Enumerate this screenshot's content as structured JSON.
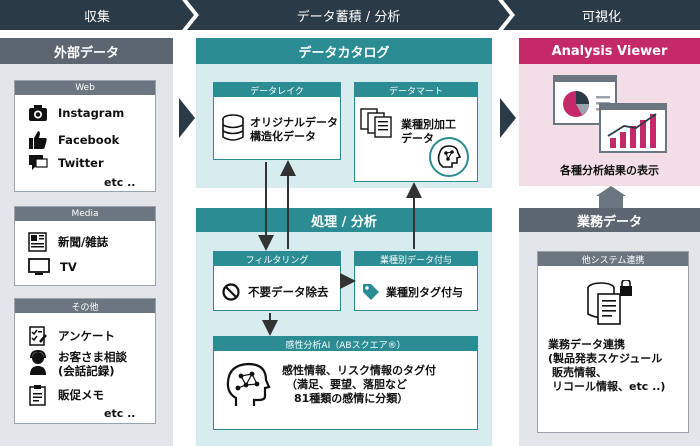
{
  "stages": [
    "収集",
    "データ蓄積 / 分析",
    "可視化"
  ],
  "external": {
    "title": "外部データ",
    "web": {
      "label": "Web",
      "items": [
        "Instagram",
        "Facebook",
        "Twitter"
      ],
      "etc": "etc .."
    },
    "media": {
      "label": "Media",
      "items": [
        "新聞/雑誌",
        "TV"
      ]
    },
    "other": {
      "label": "その他",
      "items": [
        "アンケート",
        "お客さま相談",
        "(会話記録)",
        "販促メモ"
      ],
      "etc": "etc .."
    }
  },
  "catalog": {
    "title": "データカタログ",
    "lake": {
      "label": "データレイク",
      "line1": "オリジナルデータ",
      "line2": "構造化データ"
    },
    "mart": {
      "label": "データマート",
      "line1": "業種別加工",
      "line2": "データ"
    }
  },
  "processing": {
    "title": "処理 / 分析",
    "filter": {
      "label": "フィルタリング",
      "text": "不要データ除去"
    },
    "tagging": {
      "label": "業種別データ付与",
      "text": "業種別タグ付与"
    },
    "ai": {
      "label": "感性分析AI（ABスクエア®）",
      "lines": [
        "感性情報、リスク情報のタグ付",
        "（満足、要望、落胆など",
        "81種類の感情に分類）"
      ]
    }
  },
  "viewer": {
    "title": "Analysis Viewer",
    "caption": "各種分析結果の表示"
  },
  "business": {
    "title": "業務データ",
    "panel_label": "他システム連携",
    "lines": [
      "業務データ連携",
      "(製品発表スケジュール",
      "販売情報、",
      "リコール情報、etc ..)"
    ]
  },
  "colors": {
    "dark": "#2b3a47",
    "teal": "#2c8c93",
    "pink": "#c42a69",
    "gray_bg": "#e3e6e9",
    "teal_bg": "#d6ecee",
    "pink_bg": "#f3dde6"
  }
}
